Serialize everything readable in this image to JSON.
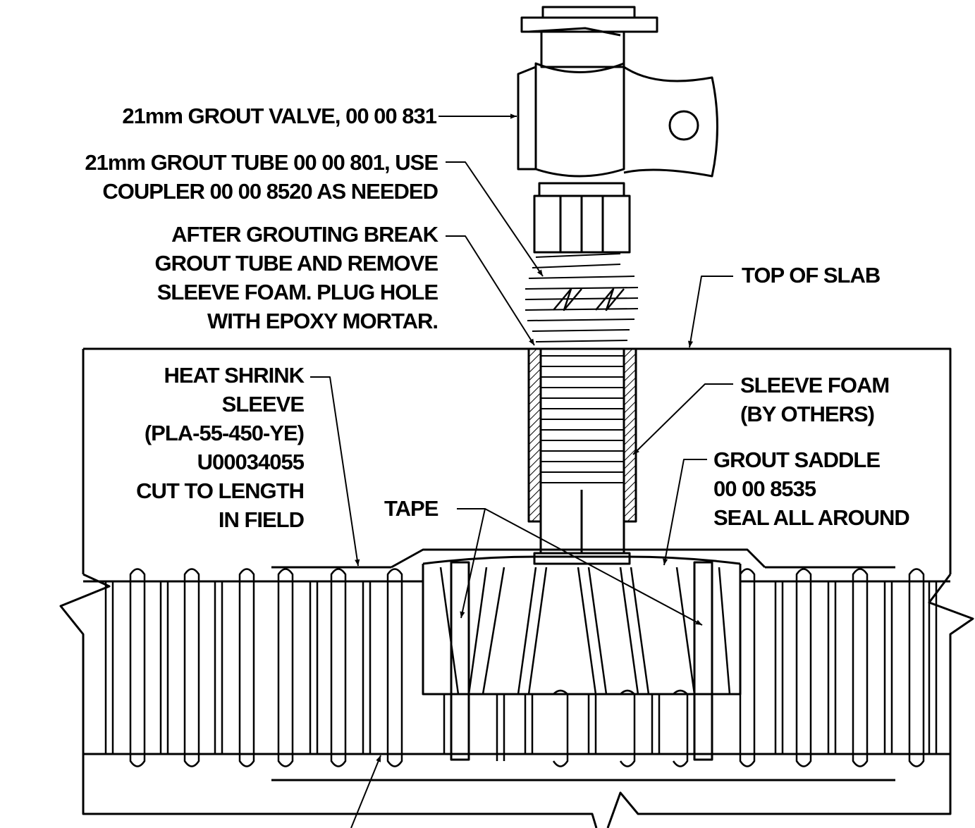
{
  "labels": {
    "grout_valve": [
      "21mm GROUT VALVE, 00 00 831"
    ],
    "grout_tube": [
      "21mm GROUT TUBE 00 00 801, USE",
      "COUPLER  00 00 8520 AS NEEDED"
    ],
    "after_grouting": [
      "AFTER GROUTING BREAK",
      "GROUT TUBE AND REMOVE",
      "SLEEVE FOAM.  PLUG HOLE",
      "WITH EPOXY MORTAR."
    ],
    "top_of_slab": [
      "TOP OF SLAB"
    ],
    "heat_shrink": [
      "HEAT SHRINK",
      "SLEEVE",
      "(PLA-55-450-YE)",
      "U00034055",
      "CUT TO LENGTH",
      "IN FIELD"
    ],
    "sleeve_foam": [
      "SLEEVE FOAM",
      "(BY OTHERS)"
    ],
    "grout_saddle": [
      "GROUT SADDLE",
      "00 00 8535",
      "SEAL ALL AROUND"
    ],
    "tape": [
      "TAPE"
    ]
  },
  "colors": {
    "line": "#000000",
    "background": "#ffffff"
  }
}
